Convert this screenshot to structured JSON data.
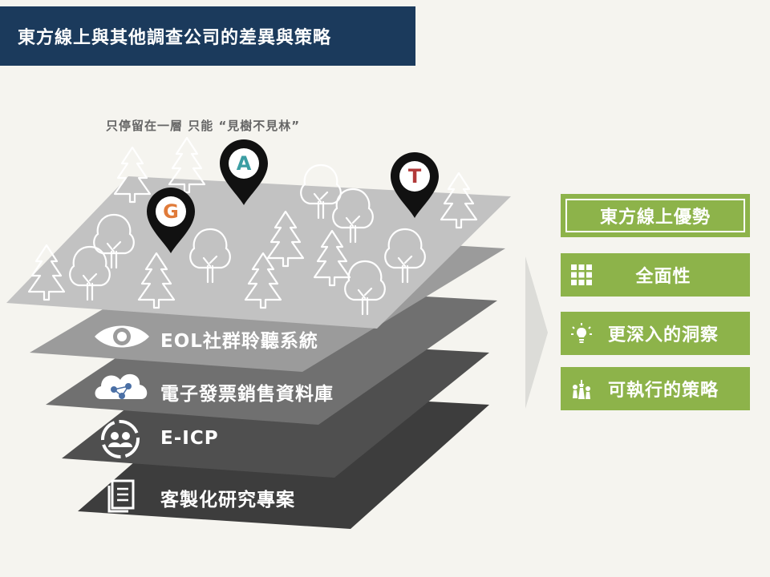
{
  "title": "東方線上與其他調查公司的差異與策略",
  "caption": "只停留在一層 只能 “見樹不見林”",
  "pins": [
    "G",
    "A",
    "T"
  ],
  "layers": [
    {
      "label": "EOL社群聆聽系統",
      "icon": "eye-icon"
    },
    {
      "label": "電子發票銷售資料庫",
      "icon": "cloud-network-icon"
    },
    {
      "label": "E-ICP",
      "icon": "people-circle-icon"
    },
    {
      "label": "客製化研究專案",
      "icon": "document-icon"
    }
  ],
  "advantages": {
    "heading": "東方線上優勢",
    "items": [
      {
        "label": "全面性",
        "icon": "grid-icon"
      },
      {
        "label": "更深入的洞察",
        "icon": "lightbulb-icon"
      },
      {
        "label": "可執行的策略",
        "icon": "chess-pieces-icon"
      }
    ]
  },
  "colors": {
    "title_bg": "#1b3a5c",
    "accent_green": "#8db34a",
    "pin_g": "#e07b3a",
    "pin_a": "#3b9ea3",
    "pin_t": "#b23a3a"
  }
}
